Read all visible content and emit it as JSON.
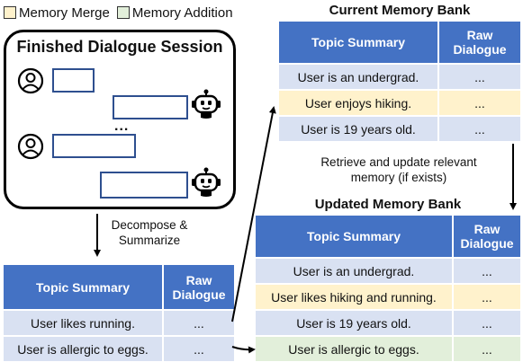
{
  "legend": [
    {
      "label": "Memory Merge",
      "color": "#fff2cc"
    },
    {
      "label": "Memory Addition",
      "color": "#e2efda"
    }
  ],
  "dialogue": {
    "title": "Finished Dialogue Session",
    "ellipsis": "..."
  },
  "decompose_label": "Decompose & Summarize",
  "extracted_table": {
    "headers": [
      "Topic Summary",
      "Raw Dialogue"
    ],
    "rows": [
      {
        "topic": "User likes running.",
        "raw": "..."
      },
      {
        "topic": "User is allergic to eggs.",
        "raw": "..."
      }
    ]
  },
  "current_bank": {
    "title": "Current Memory Bank",
    "headers": [
      "Topic Summary",
      "Raw Dialogue"
    ],
    "rows": [
      {
        "topic": "User is an undergrad.",
        "raw": "..."
      },
      {
        "topic": "User enjoys hiking.",
        "raw": "..."
      },
      {
        "topic": "User is 19 years old.",
        "raw": "..."
      }
    ]
  },
  "retrieve_label": "Retrieve and update relevant memory (if exists)",
  "updated_bank": {
    "title": "Updated Memory Bank",
    "headers": [
      "Topic Summary",
      "Raw Dialogue"
    ],
    "rows": [
      {
        "topic": "User is an undergrad.",
        "raw": "..."
      },
      {
        "topic": "User likes hiking and running.",
        "raw": "..."
      },
      {
        "topic": "User is 19 years old.",
        "raw": "..."
      },
      {
        "topic": "User is allergic to eggs.",
        "raw": "..."
      }
    ]
  },
  "colors": {
    "header_blue": "#4472c4",
    "row_blue": "#d9e1f2",
    "merge_yellow": "#fff2cc",
    "add_green": "#e2efda",
    "bubble_border": "#2e4f8f"
  }
}
